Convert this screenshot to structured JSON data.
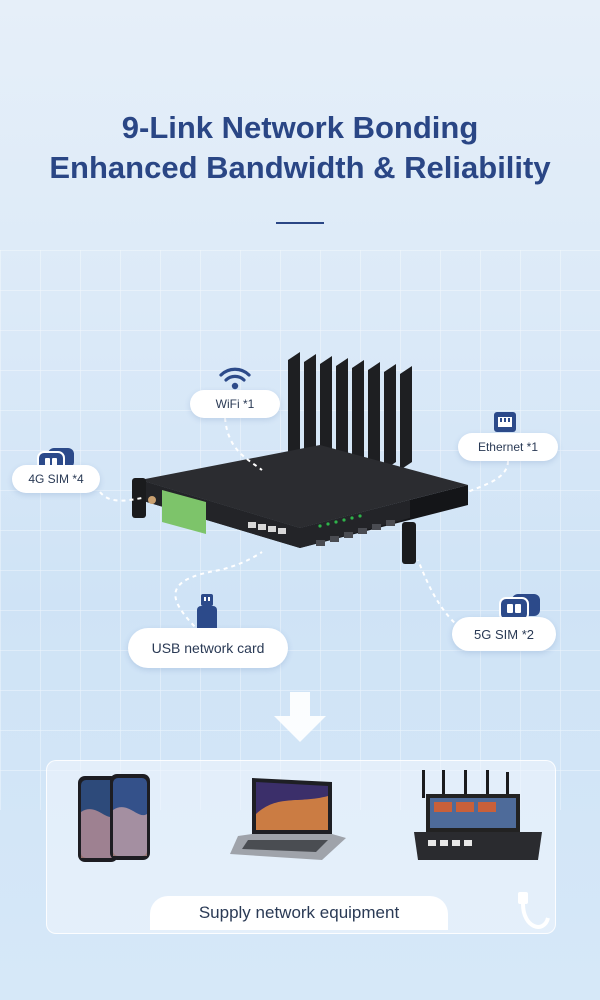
{
  "title": {
    "line1": "9-Link Network Bonding",
    "line2": "Enhanced Bandwidth & Reliability"
  },
  "links": {
    "wifi": "WiFi *1",
    "sim4g": "4G SIM *4",
    "ethernet": "Ethernet *1",
    "usb": "USB network card",
    "sim5g": "5G SIM *2"
  },
  "footer": {
    "label": "Supply network equipment"
  },
  "colors": {
    "title": "#2a4685",
    "icon": "#2c4a8a",
    "background": "#dceaf8"
  },
  "icons": [
    "wifi-icon",
    "sim-card-icon",
    "ethernet-icon",
    "usb-stick-icon",
    "down-arrow-icon"
  ]
}
